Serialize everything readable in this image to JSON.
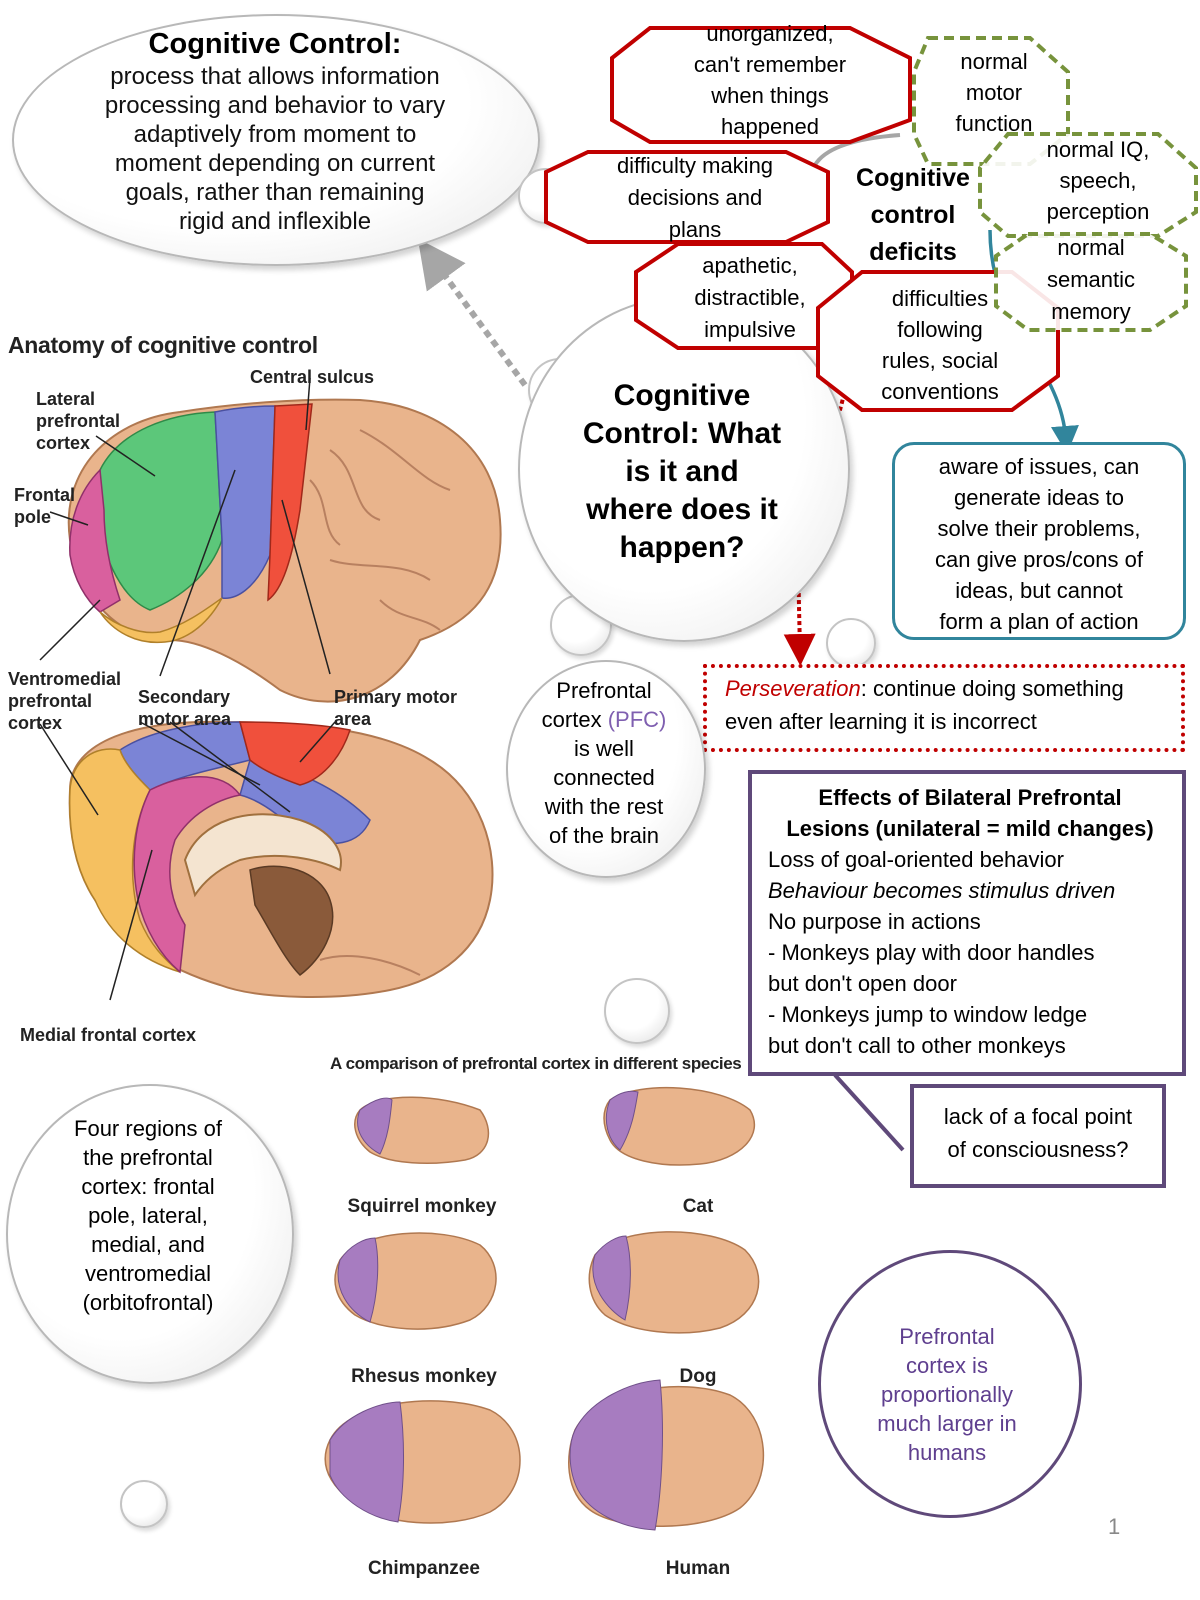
{
  "definition": {
    "title": "Cognitive Control:",
    "lines": [
      "process that allows information",
      "processing and behavior to vary",
      "adaptively from moment to",
      "moment depending on current",
      "goals, rather than remaining",
      "rigid and inflexible"
    ]
  },
  "center_bubble": {
    "lines": [
      "Cognitive",
      "Control: What",
      "is it and",
      "where does it",
      "happen?"
    ]
  },
  "deficits": {
    "title_lines": [
      "Cognitive",
      "control",
      "deficits"
    ],
    "red_items": [
      [
        "unorganized,",
        "can't remember",
        "when things",
        "happened"
      ],
      [
        "difficulty making",
        "decisions and",
        "plans"
      ],
      [
        "apathetic,",
        "distractible,",
        "impulsive"
      ],
      [
        "difficulties",
        "following",
        "rules, social",
        "conventions"
      ]
    ],
    "green_items": [
      [
        "normal",
        "motor",
        "function"
      ],
      [
        "normal IQ,",
        "speech,",
        "perception"
      ],
      [
        "normal",
        "semantic",
        "memory"
      ]
    ]
  },
  "aware_box": {
    "lines": [
      "aware of issues, can",
      "generate ideas to",
      "solve their problems,",
      "can give pros/cons of",
      "ideas, but cannot",
      "form a plan of action"
    ]
  },
  "perseveration": {
    "term": "Perseveration",
    "rest_line1": ": continue doing something",
    "line2": "even after learning it is incorrect"
  },
  "lesions": {
    "title_line1": "Effects of Bilateral Prefrontal",
    "title_line2": "Lesions (unilateral = mild changes)",
    "line1": "Loss of goal-oriented behavior",
    "line2": "Behaviour becomes stimulus driven",
    "line3": "No purpose in actions",
    "line4": "- Monkeys play with door handles",
    "line5": "but don't open door",
    "line6": "- Monkeys jump to window ledge",
    "line7": "but don't call to other monkeys"
  },
  "focal": {
    "line1": "lack of a focal point",
    "line2": "of consciousness?"
  },
  "pfc_bubble": {
    "l1": "Prefrontal",
    "l2a": "cortex ",
    "l2b": "(PFC)",
    "l3": "is well",
    "l4": "connected",
    "l5": "with the rest",
    "l6": "of the brain"
  },
  "four_regions": {
    "lines": [
      "Four regions of",
      "the prefrontal",
      "cortex: frontal",
      "pole, lateral,",
      "medial, and",
      "ventromedial",
      "(orbitofrontal)"
    ]
  },
  "larger": {
    "lines": [
      "Prefrontal",
      "cortex is",
      "proportionally",
      "much larger in",
      "humans"
    ]
  },
  "anatomy": {
    "title": "Anatomy of cognitive control",
    "labels": {
      "central_sulcus": "Central sulcus",
      "lateral_pfc": [
        "Lateral",
        "prefrontal",
        "cortex"
      ],
      "frontal_pole": [
        "Frontal",
        "pole"
      ],
      "ventromedial": [
        "Ventromedial",
        "prefrontal",
        "cortex"
      ],
      "secondary_motor": [
        "Secondary",
        "motor area"
      ],
      "primary_motor": [
        "Primary motor",
        "area"
      ],
      "medial_frontal": "Medial frontal cortex"
    }
  },
  "comparison": {
    "title": "A comparison of prefrontal cortex in different species",
    "species": [
      "Squirrel monkey",
      "Cat",
      "Rhesus monkey",
      "Dog",
      "Chimpanzee",
      "Human"
    ]
  },
  "page_number": "1",
  "colors": {
    "red": "#c00000",
    "green": "#77933c",
    "teal": "#31859c",
    "purple": "#5f497a",
    "region_green": "#5cc77a",
    "region_blue": "#7b84d6",
    "region_red": "#f0503c",
    "region_pink": "#d9609e",
    "region_orange": "#f5c060",
    "brain_tan": "#e9b48c",
    "pfc_purple": "#a77cc0"
  }
}
